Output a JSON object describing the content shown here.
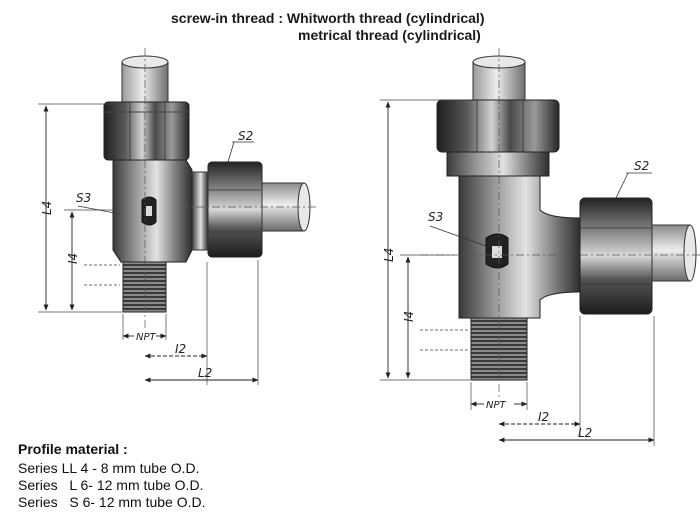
{
  "header": {
    "line1": "screw-in thread : Whitworth thread (cylindrical)",
    "line2": "metrical thread (cylindrical)"
  },
  "fitting_small": {
    "labels": {
      "s2": "S2",
      "s3": "S3",
      "l4": "L4",
      "i4": "I4",
      "npt": "NPT",
      "l2_small": "I2",
      "l2_large": "L2"
    }
  },
  "fitting_large": {
    "labels": {
      "s2": "S2",
      "s3": "S3",
      "l4": "L4",
      "i4": "I4",
      "npt": "NPT",
      "l2_small": "I2",
      "l2_large": "L2"
    }
  },
  "material": {
    "title": "Profile material :",
    "lines": [
      "Series LL 4 - 8 mm tube O.D.",
      "Series   L 6- 12 mm tube O.D.",
      "Series   S 6- 12 mm tube O.D."
    ]
  },
  "colors": {
    "metal_dark": "#2b2b2b",
    "metal_mid": "#7a7a7a",
    "metal_light": "#d8d8d8",
    "line": "#333333"
  }
}
